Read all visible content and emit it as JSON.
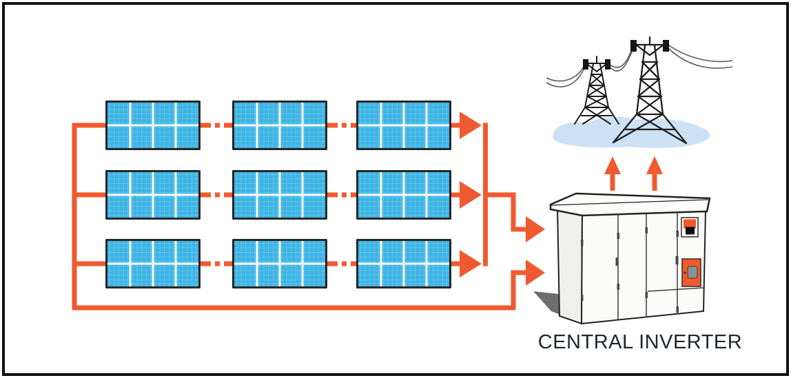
{
  "diagram": {
    "kind": "central-inverter solar PV system diagram",
    "labels": {
      "central_inverter": "CENTRAL INVERTER"
    },
    "solar_array": {
      "rows": 3,
      "panels_per_row": 3,
      "cells_per_panel": "4x2",
      "string_connector_style": "dash-dot orange link between panels"
    },
    "connections": {
      "row_output_arrows": 3,
      "dc_feed_arrows_into_inverter": 2,
      "ac_output_arrows_to_grid": 2,
      "left_return_bus": "connects left side of all three rows and loops under array to inverter"
    },
    "grid": {
      "transmission_towers": 2,
      "ground_patch": "light blue blob under towers"
    },
    "colors": {
      "wire_orange": "#F05A30",
      "cabinet_accent_orange": "#F15A29",
      "panel_blue": "#3CB4E5",
      "panel_cell_line": "#85D2F1",
      "panel_divider_white": "#FFFFFF",
      "panel_frame_dark": "#262626",
      "tower_line": "#1C1C1C",
      "catenary_wire_gray": "#5A5A5A",
      "ground_blue": "#CCE1F4",
      "cabinet_shadow_gray": "#6E6E6E",
      "cabinet_body_white": "#FBFBFA",
      "cabinet_side_gray": "#EFEFEC",
      "outer_border_black": "#101010",
      "label_text": "#20262E"
    }
  }
}
